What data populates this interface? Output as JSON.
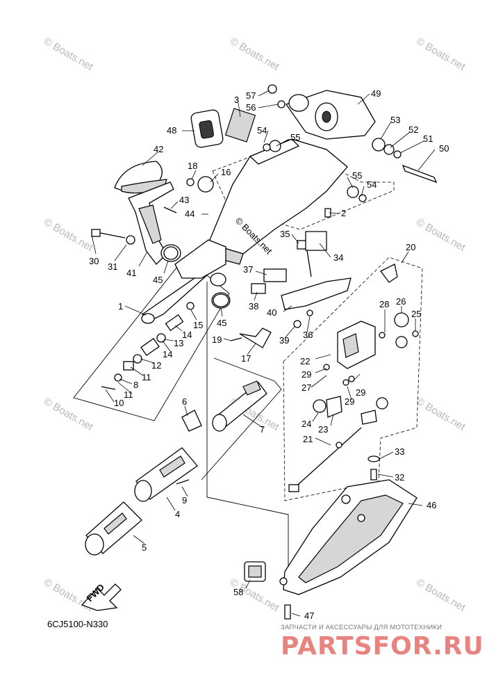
{
  "drawing_code": "6CJ5100-N330",
  "watermark": {
    "text": "© Boats.net",
    "center_text": "© Boats.net"
  },
  "fwd_label": "FWD",
  "shop": {
    "caption": "ЗАПЧАСТИ И АКСЕССУАРЫ ДЛЯ МОТОТЕХНИКИ",
    "logo_text": "PARTSFOR.RU"
  },
  "callouts": [
    "57",
    "56",
    "3",
    "49",
    "48",
    "54",
    "55",
    "53",
    "52",
    "51",
    "50",
    "42",
    "18",
    "16",
    "43",
    "44",
    "55",
    "54",
    "2",
    "35",
    "34",
    "30",
    "31",
    "41",
    "45",
    "20",
    "37",
    "38",
    "1",
    "15",
    "45",
    "40",
    "28",
    "26",
    "25",
    "14",
    "13",
    "36",
    "39",
    "19",
    "17",
    "22",
    "29",
    "14",
    "12",
    "11",
    "8",
    "27",
    "29",
    "29",
    "11",
    "10",
    "24",
    "23",
    "21",
    "6",
    "7",
    "33",
    "32",
    "9",
    "4",
    "46",
    "5",
    "58",
    "47"
  ],
  "colors": {
    "ink": "#000000",
    "watermark": "#b8b8b8",
    "shop_logo": "#e8837f"
  }
}
